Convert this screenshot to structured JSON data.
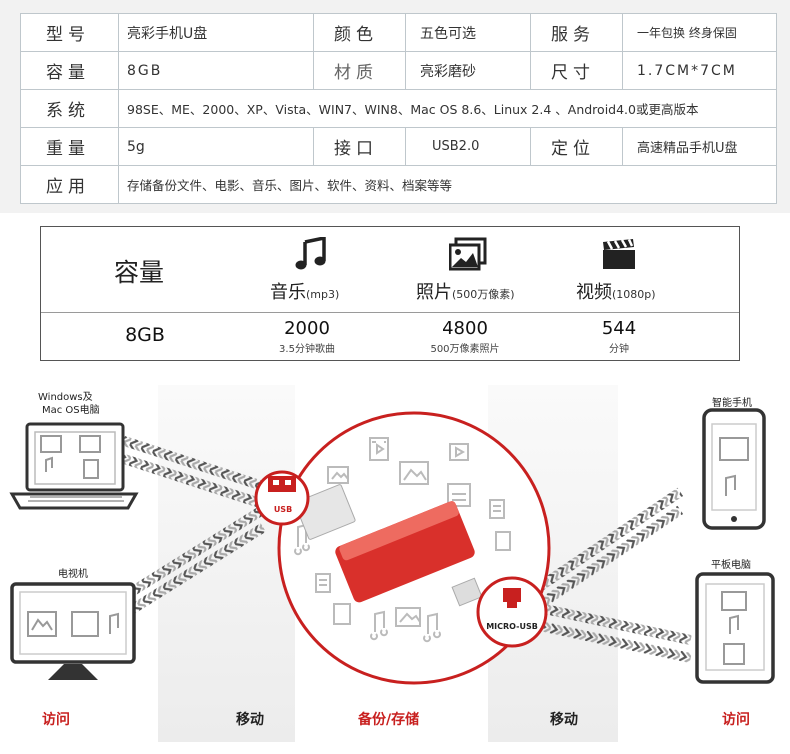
{
  "spec": {
    "rows": [
      {
        "k1": "型号",
        "v1": "亮彩手机U盘",
        "k2": "颜色",
        "v2": "五色可选",
        "k3": "服务",
        "v3": "一年包换 终身保固"
      },
      {
        "k1": "容量",
        "v1": "8GB",
        "k2": "材质",
        "v2": "亮彩磨砂",
        "k3": "尺寸",
        "v3": "1.7CM*7CM"
      },
      {
        "k1": "系统",
        "v1": "98SE、ME、2000、XP、Vista、WIN7、WIN8、Mac OS 8.6、Linux 2.4 、Android4.0或更高版本"
      },
      {
        "k1": "重量",
        "v1": "5g",
        "k2": "接口",
        "v2": "USB2.0",
        "k3": "定位",
        "v3": "高速精品手机U盘"
      },
      {
        "k1": "应用",
        "v1": "存储备份文件、电影、音乐、图片、软件、资料、档案等等"
      }
    ]
  },
  "capacity": {
    "label": "容量",
    "value": "8GB",
    "music": {
      "title": "音乐",
      "unit": "(mp3)",
      "count": "2000",
      "note": "3.5分钟歌曲"
    },
    "photo": {
      "title": "照片",
      "unit": "(500万像素)",
      "count": "4800",
      "note": "500万像素照片"
    },
    "video": {
      "title": "视频",
      "unit": "(1080p)",
      "count": "544",
      "note": "分钟"
    }
  },
  "diagram": {
    "pc_label_1": "Windows及",
    "pc_label_2": "Mac OS电脑",
    "tv_label": "电视机",
    "phone_label": "智能手机",
    "tablet_label": "平板电脑",
    "usb_badge": "USB",
    "micro_badge": "MICRO-USB",
    "bottom_labels": [
      "访问",
      "移动",
      "备份/存储",
      "移动",
      "访问"
    ],
    "accent": "#c8201f"
  }
}
